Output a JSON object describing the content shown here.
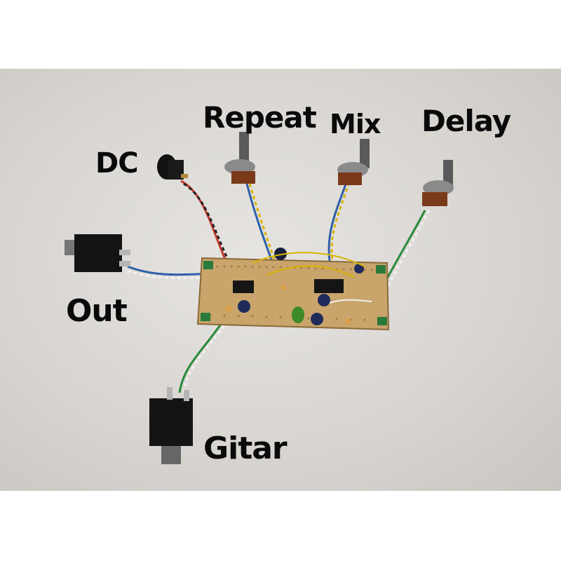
{
  "labels": {
    "dc": "DC",
    "repeat": "Repeat",
    "mix": "Mix",
    "delay": "Delay",
    "out": "Out",
    "gitar": "Gitar"
  }
}
